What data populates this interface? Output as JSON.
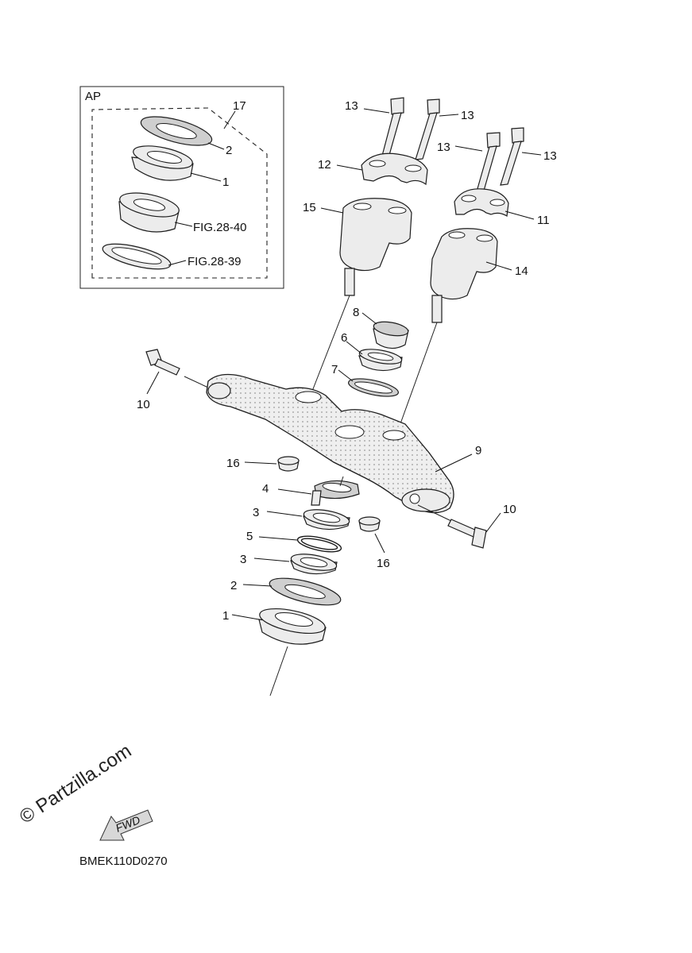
{
  "labels": {
    "ap": "AP",
    "l17": "17",
    "l2_inset": "2",
    "l1_inset": "1",
    "fig40": "FIG.28-40",
    "fig39": "FIG.28-39",
    "l13a": "13",
    "l13b": "13",
    "l13c": "13",
    "l13d": "13",
    "l12": "12",
    "l11": "11",
    "l15": "15",
    "l14": "14",
    "l8": "8",
    "l6": "6",
    "l7": "7",
    "l10a": "10",
    "l9": "9",
    "l16a": "16",
    "l4": "4",
    "l3a": "3",
    "l5": "5",
    "l3b": "3",
    "l2": "2",
    "l1": "1",
    "l16b": "16",
    "l10b": "10",
    "fwd": "FWD"
  },
  "watermark": "© Partzilla.com",
  "catalog_code": "BMEK110D0270"
}
